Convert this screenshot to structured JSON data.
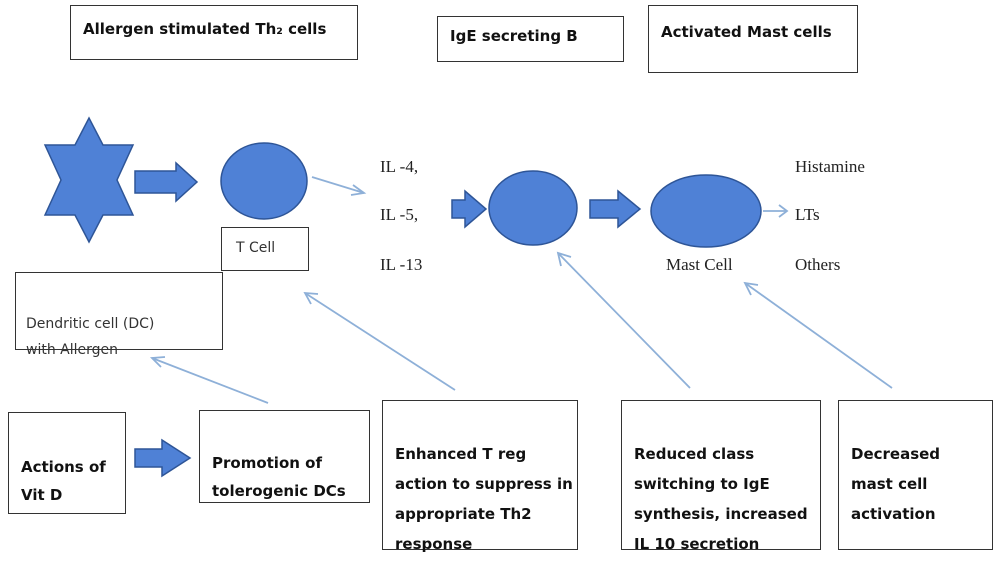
{
  "top_labels": {
    "th2": "Allergen stimulated Th₂ cells",
    "ige_b": "IgE secreting B",
    "mast": "Activated Mast cells"
  },
  "cells": {
    "t_cell": "T Cell",
    "dendritic": "Dendritic cell  (DC)\nwith Allergen",
    "mast_cell": "Mast Cell"
  },
  "cytokines": [
    "IL  -4,",
    "IL -5,",
    "IL -13"
  ],
  "mediators": [
    "Histamine",
    "LTs",
    "Others"
  ],
  "vitd_boxes": {
    "actions": "Actions of\nVit D",
    "promotion": "Promotion of\ntolerogenic DCs",
    "treg": "Enhanced T reg\naction to suppress in\nappropriate Th2\nresponse",
    "class_switch": "Reduced class\nswitching to IgE\nsynthesis, increased\nIL 10 secretion",
    "mast_decrease": "Decreased\nmast cell\nactivation"
  },
  "colors": {
    "shape_fill": "#4f81d6",
    "shape_stroke": "#2e5597",
    "arrow_line": "#8eb0d8"
  }
}
